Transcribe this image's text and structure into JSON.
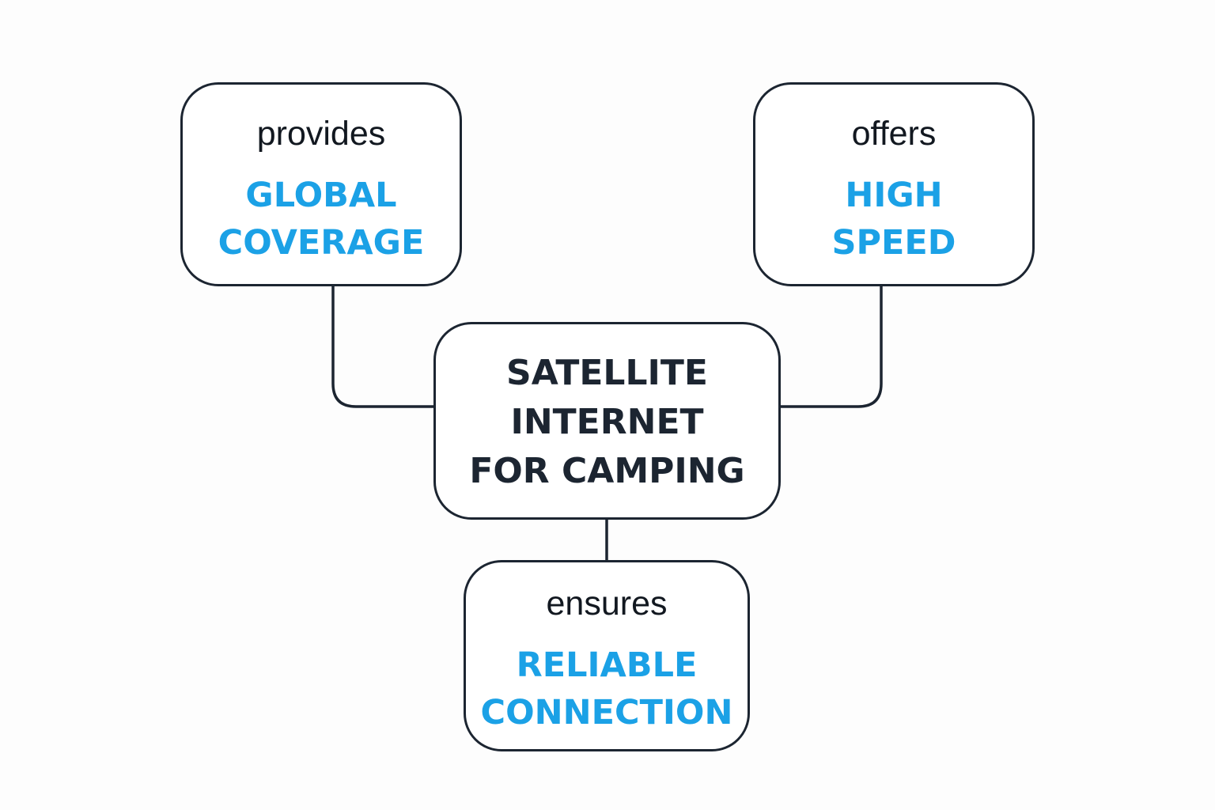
{
  "diagram": {
    "center": {
      "label": "SATELLITE\nINTERNET\nFOR CAMPING"
    },
    "branches": [
      {
        "verb": "provides",
        "value": "GLOBAL\nCOVERAGE"
      },
      {
        "verb": "offers",
        "value": "HIGH\nSPEED"
      },
      {
        "verb": "ensures",
        "value": "RELIABLE\nCONNECTION"
      }
    ]
  },
  "colors": {
    "outline": "#1c2531",
    "accent": "#1ba1e6",
    "background": "#fdfdfd"
  }
}
